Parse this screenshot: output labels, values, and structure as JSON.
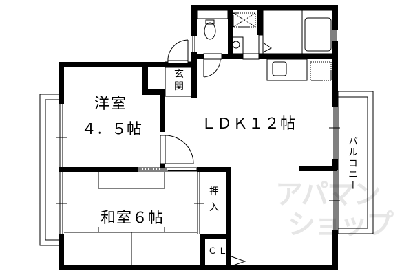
{
  "floor_plan": {
    "layout_type": "2LDK",
    "rooms": [
      {
        "id": "western",
        "label": "洋室",
        "size": "4.5帖",
        "size_display": "４．５帖"
      },
      {
        "id": "ldk",
        "label": "ＬＤＫ１２帖",
        "size": "12帖"
      },
      {
        "id": "japanese",
        "label": "和室６帖",
        "size": "6帖"
      },
      {
        "id": "entrance",
        "label_line1": "玄",
        "label_line2": "関"
      },
      {
        "id": "oshiire",
        "label_line1": "押",
        "label_line2": "入"
      },
      {
        "id": "closet",
        "label": "ＣＬ"
      },
      {
        "id": "balcony",
        "label": "バルコニー"
      }
    ],
    "fixtures": [
      "toilet",
      "washing-machine-space",
      "washbasin",
      "bathtub",
      "kitchen-sink",
      "refrigerator-space"
    ]
  },
  "watermark": {
    "line1": "アパマン",
    "line2": "ショップ",
    "color": "#e6e6e6"
  }
}
